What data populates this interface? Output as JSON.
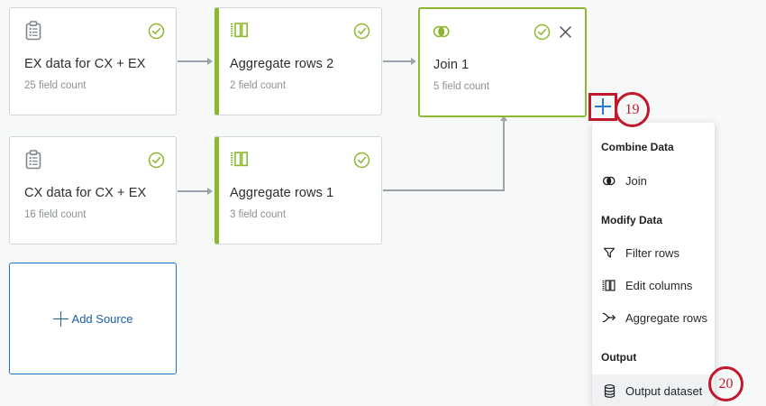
{
  "canvas": {
    "background_color": "#f7f8f8",
    "nodes": [
      {
        "id": "ex-source",
        "icon": "clipboard-icon",
        "title": "EX data for CX + EX",
        "subtitle": "25 field count",
        "status": "valid",
        "type": "source"
      },
      {
        "id": "aggregate-rows-2",
        "icon": "columns-icon",
        "title": "Aggregate rows 2",
        "subtitle": "2 field count",
        "status": "valid",
        "type": "step"
      },
      {
        "id": "join-1",
        "icon": "join-venn-icon",
        "title": "Join 1",
        "subtitle": "5 field count",
        "status": "valid",
        "type": "step-selected",
        "closable": true
      },
      {
        "id": "cx-source",
        "icon": "clipboard-icon",
        "title": "CX data for CX + EX",
        "subtitle": "16 field count",
        "status": "valid",
        "type": "source"
      },
      {
        "id": "aggregate-rows-1",
        "icon": "columns-icon",
        "title": "Aggregate rows 1",
        "subtitle": "3 field count",
        "status": "valid",
        "type": "step"
      }
    ],
    "add_source": {
      "label": "Add Source",
      "icon": "plus-icon"
    },
    "add_step_button": {
      "icon": "plus-icon",
      "accent_color": "#2a7ad4"
    }
  },
  "menu": {
    "groups": [
      {
        "label": "Combine Data",
        "items": [
          {
            "label": "Join",
            "icon": "join-venn-icon"
          }
        ]
      },
      {
        "label": "Modify Data",
        "items": [
          {
            "label": "Filter rows",
            "icon": "funnel-icon"
          },
          {
            "label": "Edit columns",
            "icon": "columns-icon"
          },
          {
            "label": "Aggregate rows",
            "icon": "aggregate-arrow-icon"
          }
        ]
      },
      {
        "label": "Output",
        "items": [
          {
            "label": "Output dataset",
            "icon": "database-icon",
            "highlighted": true
          }
        ]
      }
    ]
  },
  "annotations": [
    {
      "id": "anno-19",
      "number": "19",
      "target": "add-step-button",
      "color": "#c2182b"
    },
    {
      "id": "anno-20",
      "number": "20",
      "target": "menu-item-output-dataset",
      "color": "#c2182b"
    }
  ],
  "colors": {
    "green_accent": "#8db72e",
    "blue_accent": "#1a73c4",
    "annotation_red": "#c2182b",
    "text_primary": "#2b2e30",
    "text_muted": "#8b9196",
    "connector": "#9aa2aa"
  }
}
